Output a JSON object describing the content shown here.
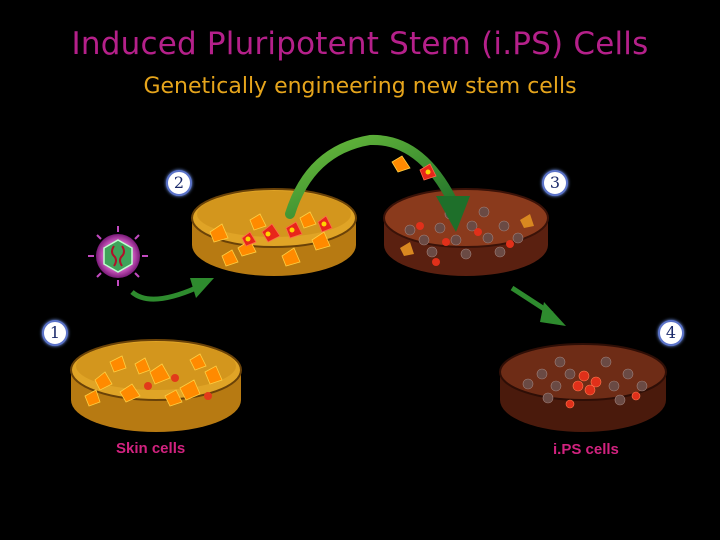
{
  "title": "Induced Pluripotent Stem (i.PS) Cells",
  "subtitle": "Genetically engineering new stem cells",
  "steps": [
    "1",
    "2",
    "3",
    "4"
  ],
  "labels": {
    "skin_cells": "Skin cells",
    "ips_cells": "i.PS cells"
  },
  "colors": {
    "title": "#b5208a",
    "subtitle": "#e6a51c",
    "labels": "#d2227f",
    "arrow": "#2e8b2e",
    "skin_dish": "#d99a1e",
    "ips_dish": "#8a3a1c",
    "background": "#000000"
  },
  "icons": [
    "virus-icon",
    "petri-dish-icon",
    "curved-arrow-icon"
  ]
}
